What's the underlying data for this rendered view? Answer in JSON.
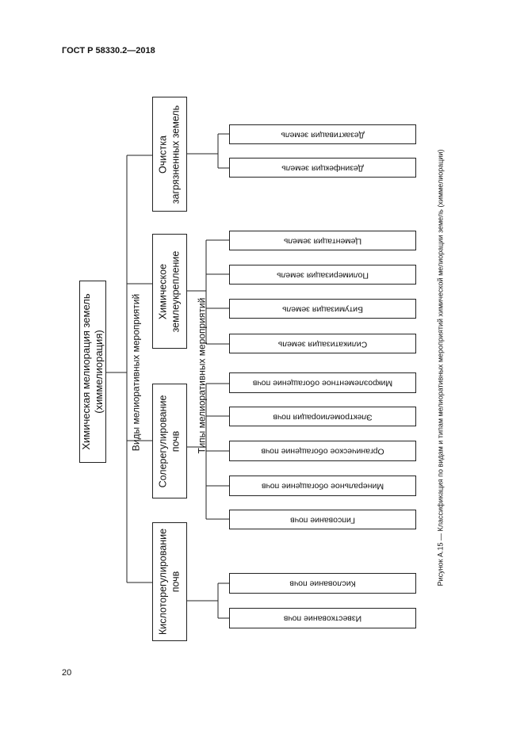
{
  "header": {
    "code": "ГОСТ Р 58330.2—2018"
  },
  "page_number": "20",
  "caption": "Рисунок А.15 — Классификация по видам и типам мелиоративных мероприятий химической мелиорации земель (химмелиорации)",
  "root": {
    "text": "Химическая мелиорация земель\n(химмелиорация)"
  },
  "kinds_label": "Виды мелиоративных мероприятий",
  "types_label": "Типы мелиоративных мероприятий",
  "kinds": [
    {
      "text": "Очистка\nзагрязненных земель",
      "types": [
        "Дезактивация земель",
        "Дезинфекция земель"
      ]
    },
    {
      "text": "Химическое\nземлеукрепление",
      "types": [
        "Цементация земель",
        "Полимеризация земель",
        "Битумизация земель",
        "Силикатизация земель"
      ]
    },
    {
      "text": "Солерегулирование\nпочв",
      "types": [
        "Микроэлементное обогащение почв",
        "Электромелиорация почв",
        "Органическое обогащение почв",
        "Минеральное обогащение почв",
        "Гипсование почв"
      ]
    },
    {
      "text": "Кислоторегулирование\nпочв",
      "types": [
        "Кислование почв",
        "Известкование почв"
      ]
    }
  ]
}
